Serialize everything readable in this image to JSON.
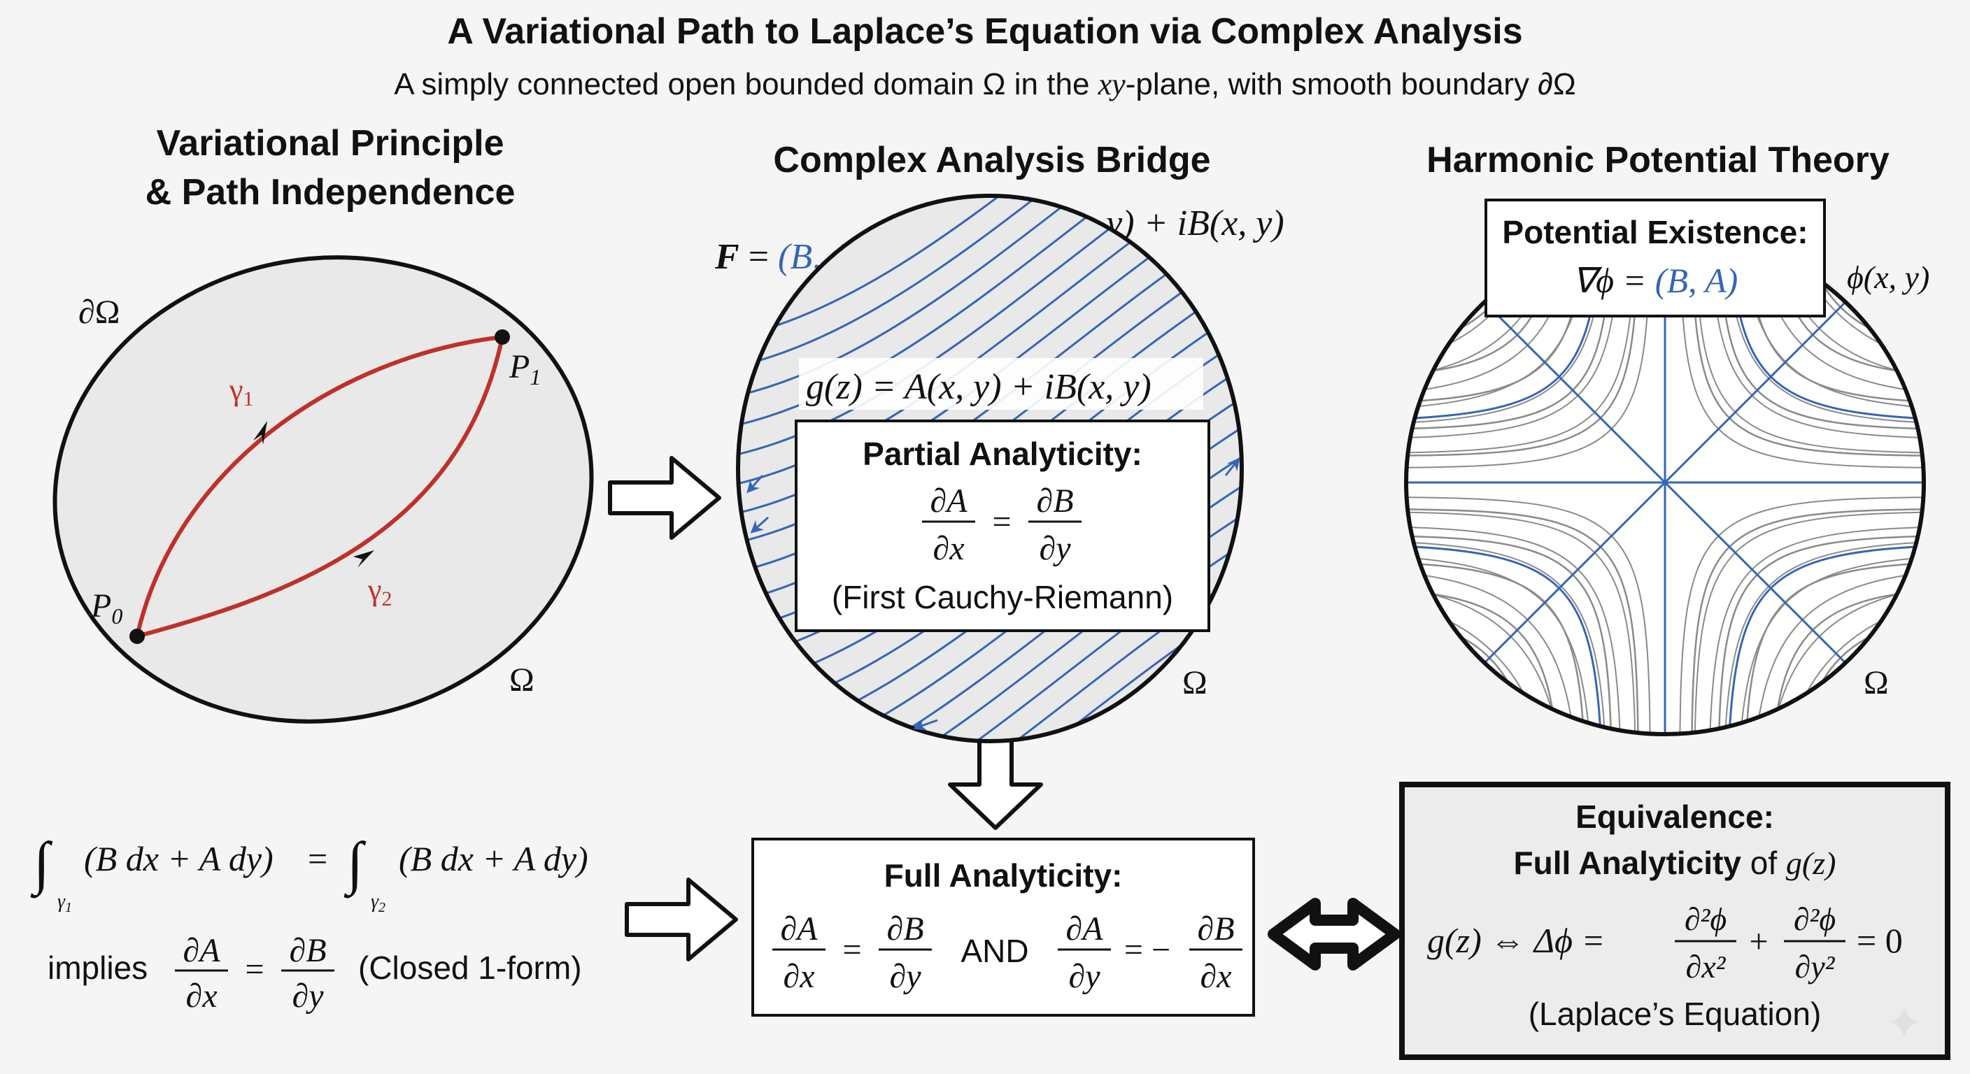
{
  "header": {
    "title": "A Variational Path to Laplace’s Equation via Complex Analysis",
    "subtitle_pre": "A simply connected open bounded domain Ω in the ",
    "subtitle_xy": "xy",
    "subtitle_post": "-plane, with smooth boundary ∂Ω"
  },
  "left_panel": {
    "title_line1": "Variational Principle",
    "title_line2": "& Path Independence",
    "boundary_label": "∂Ω",
    "domain_label": "Ω",
    "p0": "P",
    "p0_sub": "0",
    "p1": "P",
    "p1_sub": "1",
    "gamma1": "γ",
    "gamma1_sub": "1",
    "gamma2": "γ",
    "gamma2_sub": "2",
    "integral_body": "(B dx + A dy)",
    "equals": "=",
    "gamma_sub1": "γ",
    "gamma_sub1_idx": "1",
    "gamma_sub2": "γ",
    "gamma_sub2_idx": "2",
    "implies": "implies",
    "closed_form": "(Closed 1-form)"
  },
  "middle_panel": {
    "title": "Complex Analysis Bridge",
    "field_label": "F = (B, A)",
    "field_F": "F",
    "field_eq": " = ",
    "field_val": "(B, A)",
    "g_top": "g(z) = A(x, y) + iB(x, y)",
    "g_inner": "g(z) = A(x, y) + iB(x, y)",
    "box_title": "Partial Analyticity:",
    "box_caption": "(First Cauchy-Riemann)",
    "domain_label": "Ω"
  },
  "right_panel": {
    "title": "Harmonic Potential Theory",
    "box_title": "Potential Existence:",
    "box_formula_pre": "∇ϕ = ",
    "box_formula_val": "(B, A)",
    "phi_label": "ϕ(x, y)",
    "domain_label": "Ω"
  },
  "full_box": {
    "title": "Full Analyticity:",
    "and": "AND"
  },
  "equiv_box": {
    "title": "Equivalence:",
    "line2_bold": "Full Analyticity",
    "line2_plain": " of ",
    "line2_math": "g(z)",
    "formula_lhs": "g(z) ⇔ Δϕ =",
    "formula_end": "= 0",
    "caption": "(Laplace’s Equation)"
  },
  "fractions": {
    "dA": "∂A",
    "dB": "∂B",
    "dx": "∂x",
    "dy": "∂y",
    "d2phi": "∂²ϕ",
    "dx2": "∂x²",
    "dy2": "∂y²",
    "eq": "=",
    "plus": "+",
    "eq_minus": "= −"
  },
  "colors": {
    "red": "#c0302a",
    "blue": "#3466b8",
    "grid": "#8a8a8a",
    "ink": "#111111",
    "panel_fill": "#e9e9e9",
    "box_fill": "#ffffff",
    "equiv_fill": "#ececec"
  }
}
